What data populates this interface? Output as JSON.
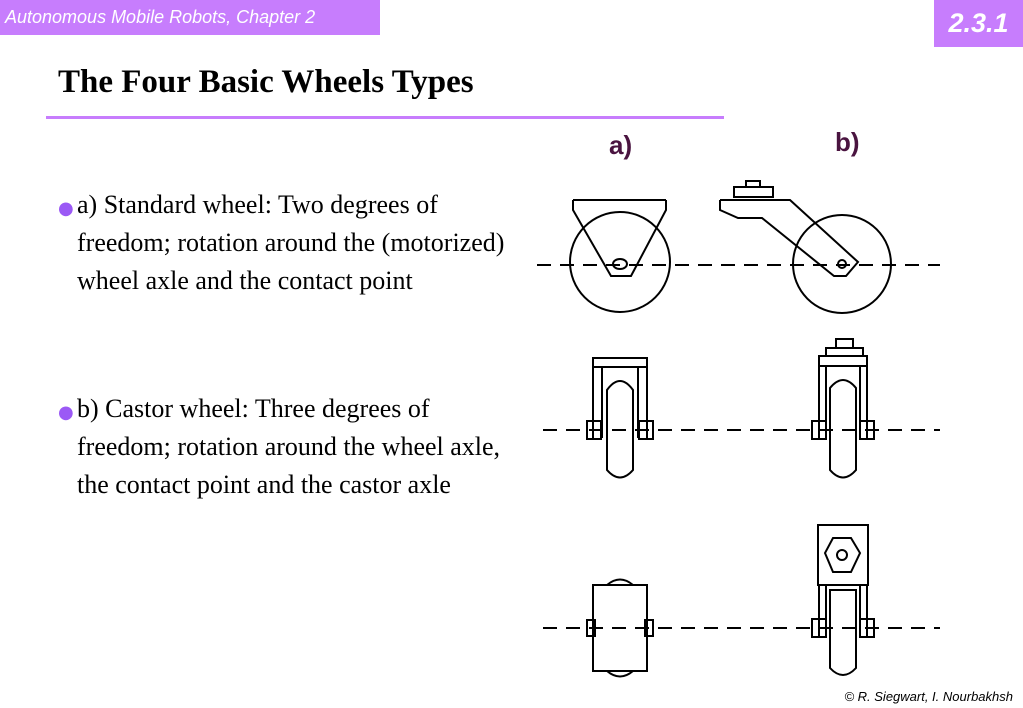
{
  "header": {
    "course": "Autonomous Mobile Robots, Chapter 2",
    "section": "2.3.1"
  },
  "title": "The Four Basic Wheels Types",
  "bullets": [
    {
      "text": "a) Standard wheel: Two degrees of freedom; rotation around the (motorized) wheel axle and the contact point"
    },
    {
      "text": "b) Castor wheel: Three degrees of freedom; rotation around the wheel axle, the contact point and the castor axle"
    }
  ],
  "figure": {
    "label_a": "a)",
    "label_b": "b)"
  },
  "footer": "© R. Siegwart, I. Nourbakhsh",
  "colors": {
    "accent": "#c77dfd",
    "bullet_dot": "#9b59f5",
    "label": "#4a1440"
  }
}
